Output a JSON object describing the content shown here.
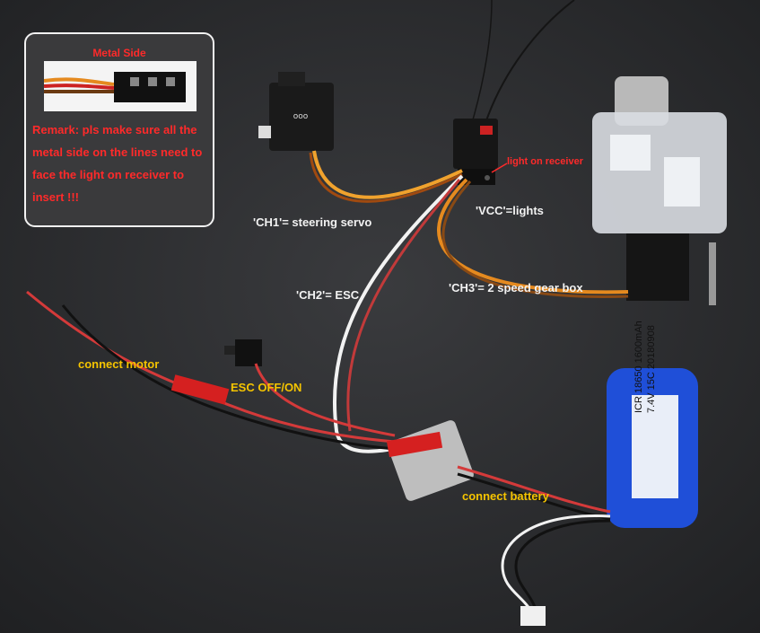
{
  "callout": {
    "title": "Metal Side",
    "remark": "Remark: pls make sure all the metal side on the lines need to face the light on receiver to insert !!!"
  },
  "labels": {
    "light_on_receiver": "light on receiver",
    "ch1": "'CH1'= steering servo",
    "vcc": "'VCC'=lights",
    "ch3": "'CH3'= 2 speed gear box",
    "ch2": "'CH2'= ESC",
    "connect_motor": "connect motor",
    "esc_offon": "ESC OFF/ON",
    "connect_battery": "connect battery"
  },
  "battery": {
    "line1": "ICR 18650 1600mAh",
    "line2": "7.4V 15C 20180908"
  },
  "colors": {
    "background": "#2a2b2d",
    "callout_text": "#ff2a2a",
    "label_white": "#f2f2f2",
    "label_yellow": "#f5c400",
    "battery_blue": "#1f4fd8"
  }
}
